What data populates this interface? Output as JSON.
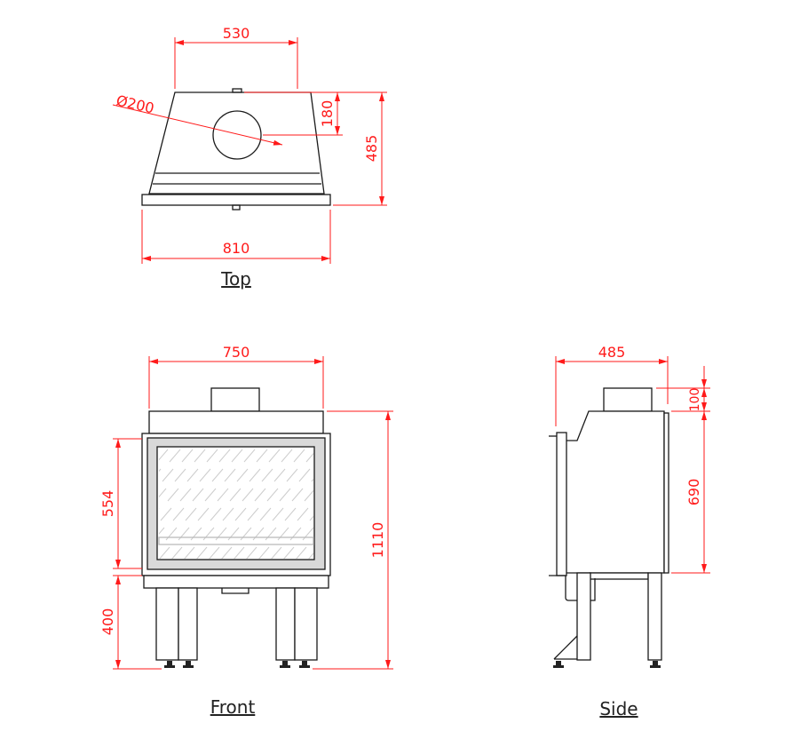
{
  "views": {
    "top": {
      "label": "Top",
      "dims": {
        "width_top": "530",
        "flue_diameter": "Ø200",
        "flue_offset": "180",
        "depth": "485",
        "width_total": "810"
      }
    },
    "front": {
      "label": "Front",
      "dims": {
        "width": "750",
        "glass_height": "554",
        "leg_height": "400",
        "total_height": "1110"
      }
    },
    "side": {
      "label": "Side",
      "dims": {
        "depth": "485",
        "flue_height": "100",
        "body_height": "690"
      }
    }
  },
  "colors": {
    "dimension": "#ff1a1a",
    "outline": "#1a1a1a",
    "frame": "#d9d9d9"
  }
}
